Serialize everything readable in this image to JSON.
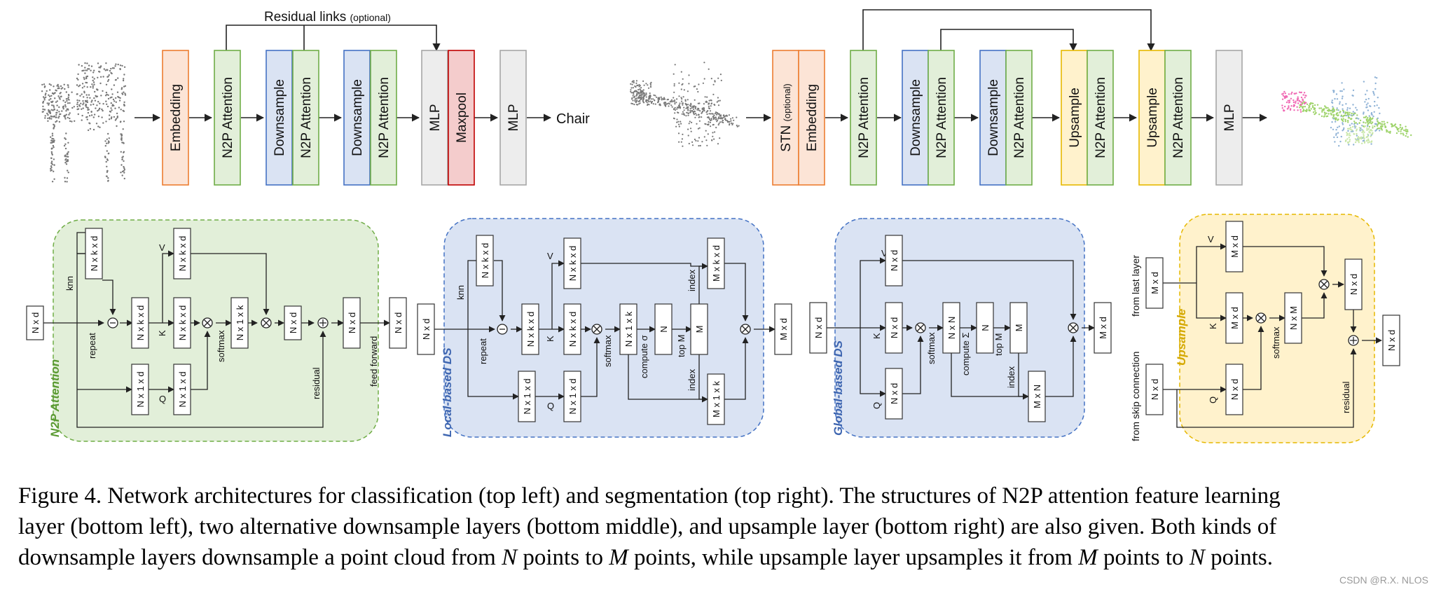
{
  "classification": {
    "residual_title": "Residual links",
    "residual_optional": "(optional)",
    "blocks": [
      "Embedding",
      "N2P Attention",
      "Downsample",
      "N2P Attention",
      "Downsample",
      "N2P Attention",
      "MLP",
      "Maxpool",
      "MLP"
    ],
    "output_label": "Chair"
  },
  "segmentation": {
    "blocks": [
      "STN",
      "Embedding",
      "N2P Attention",
      "Downsample",
      "N2P Attention",
      "Downsample",
      "N2P Attention",
      "Upsample",
      "N2P Attention",
      "Upsample",
      "N2P Attention",
      "MLP"
    ],
    "stn_optional": "(optional)"
  },
  "n2p_panel": {
    "title": "N2P Attention",
    "input": "N x d",
    "knn_out": "N x k x d",
    "sub_out": "N x k x d",
    "v_out": "N x k x d",
    "k_out": "N x k x d",
    "repeat_out": "N x 1 x d",
    "q_out": "N x 1 x d",
    "softmax_out": "N x 1 x k",
    "mul_out": "N x d",
    "ff_in": "N x d",
    "output": "N x d",
    "knn": "knn",
    "repeat": "repeat",
    "v": "V",
    "k": "K",
    "q": "Q",
    "softmax": "softmax",
    "residual": "residual",
    "feed_forward": "feed forward"
  },
  "local_panel": {
    "title": "Local-based DS",
    "input": "N x d",
    "knn_out": "N x k x d",
    "sub_out": "N x k x d",
    "v_out": "N x k x d",
    "k_out": "N x k x d",
    "repeat_out": "N x 1 x d",
    "q_out": "N x 1 x d",
    "softmax_out": "N x 1 x k",
    "n": "N",
    "m": "M",
    "top_index": "M x k x d",
    "bot_index": "M x 1 x k",
    "output": "M x d",
    "knn": "knn",
    "repeat": "repeat",
    "v": "V",
    "k": "K",
    "q": "Q",
    "softmax": "softmax",
    "compute": "compute σ",
    "topm": "top M",
    "index": "index"
  },
  "global_panel": {
    "title": "Global-based DS",
    "input": "N x d",
    "v_out": "N x d",
    "k_out": "N x d",
    "q_out": "N x d",
    "softmax_out": "N x N",
    "n": "N",
    "m": "M",
    "index_out": "M x N",
    "output": "M x d",
    "v": "V",
    "k": "K",
    "q": "Q",
    "softmax": "softmax",
    "compute": "compute Σ",
    "topm": "top M",
    "index": "index"
  },
  "up_panel": {
    "title": "Upsample",
    "from_last": "from last layer",
    "from_skip": "from skip connection",
    "last_in": "M x d",
    "v_out": "M x d",
    "k_out": "M x d",
    "softmax_out": "N x M",
    "skip_in": "N x d",
    "q_out": "N x d",
    "mul_out": "N x d",
    "output": "N x d",
    "v": "V",
    "k": "K",
    "q": "Q",
    "softmax": "softmax",
    "residual": "residual"
  },
  "caption": {
    "line1": "Figure 4. Network architectures for classification (top left) and segmentation (top right). The structures of N2P attention feature learning",
    "line2": "layer (bottom left), two alternative downsample layers (bottom middle), and upsample layer (bottom right) are also given. Both kinds of",
    "l3a": "downsample layers downsample a point cloud from ",
    "var_n": "N",
    "l3b": " points to ",
    "var_m": "M",
    "l3c": " points, while upsample layer upsamples it from ",
    "l3d": " points to ",
    "l3e": " points."
  },
  "watermark": "CSDN @R.X. NLOS",
  "colors": {
    "embed_fill": "#fce4d6",
    "embed_stroke": "#ed7d31",
    "attn_fill": "#e2efd9",
    "attn_stroke": "#70ad47",
    "down_fill": "#dae3f3",
    "down_stroke": "#4472c4",
    "gray_fill": "#ededed",
    "gray_stroke": "#a6a6a6",
    "maxpool_fill": "#f4cccc",
    "maxpool_stroke": "#c00000",
    "up_fill": "#fff2cc",
    "up_stroke": "#e6b800"
  }
}
